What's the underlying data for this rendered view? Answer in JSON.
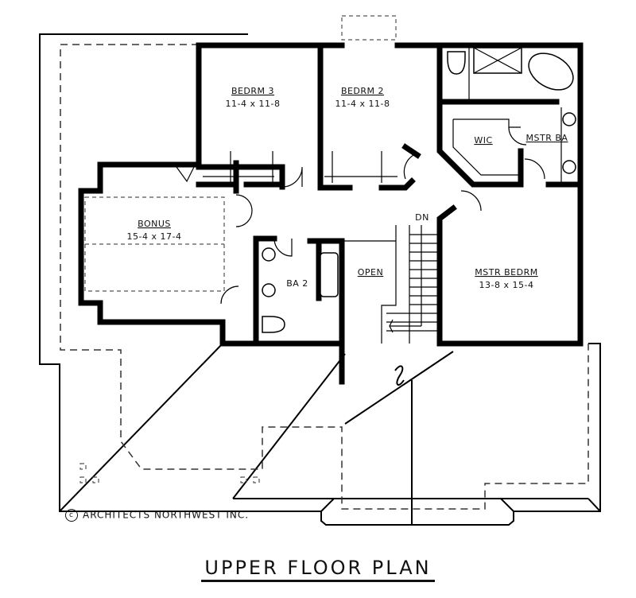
{
  "plan": {
    "title": "UPPER FLOOR PLAN",
    "copyright_symbol": "c",
    "copyright": "ARCHITECTS NORTHWEST INC."
  },
  "rooms": {
    "bedrm3": {
      "name": "BEDRM 3",
      "dims": "11-4 x 11-8"
    },
    "bedrm2": {
      "name": "BEDRM 2",
      "dims": "11-4 x 11-8"
    },
    "bonus": {
      "name": "BONUS",
      "dims": "15-4 x 17-4"
    },
    "wic": {
      "name": "WIC"
    },
    "mstr_ba": {
      "name": "MSTR BA"
    },
    "ba2": {
      "name": "BA 2"
    },
    "open": {
      "name": "OPEN"
    },
    "mstr_bedrm": {
      "name": "MSTR BEDRM",
      "dims": "13-8 x 15-4"
    }
  },
  "stairs": {
    "direction_label": "DN"
  },
  "colors": {
    "ink": "#000000",
    "paper": "#ffffff"
  }
}
